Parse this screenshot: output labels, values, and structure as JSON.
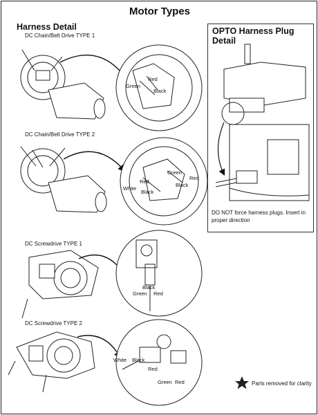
{
  "title": "Motor Types",
  "harness": {
    "heading": "Harness Detail",
    "types": [
      {
        "label": "DC Chain/Belt Drive TYPE 1",
        "wires": [
          "Red",
          "Green",
          "Black"
        ]
      },
      {
        "label": "DC Chain/Belt Drive TYPE 2",
        "wires": [
          "Green",
          "Red",
          "Red",
          "White",
          "Black",
          "Black"
        ]
      },
      {
        "label": "DC Screwdrive TYPE 1",
        "wires": [
          "Black",
          "Green",
          "Red"
        ]
      },
      {
        "label": "DC Screwdrive TYPE 2",
        "wires": [
          "White",
          "Black",
          "Red",
          "Green",
          "Red"
        ]
      }
    ]
  },
  "opto": {
    "heading": "OPTO Harness Plug Detail",
    "note": "DO NOT force harness plugs. Insert in proper direction"
  },
  "legend": {
    "text": "Parts removed for clarity",
    "icon": "star-icon"
  },
  "colors": {
    "line": "#222222",
    "frame": "#333333"
  }
}
